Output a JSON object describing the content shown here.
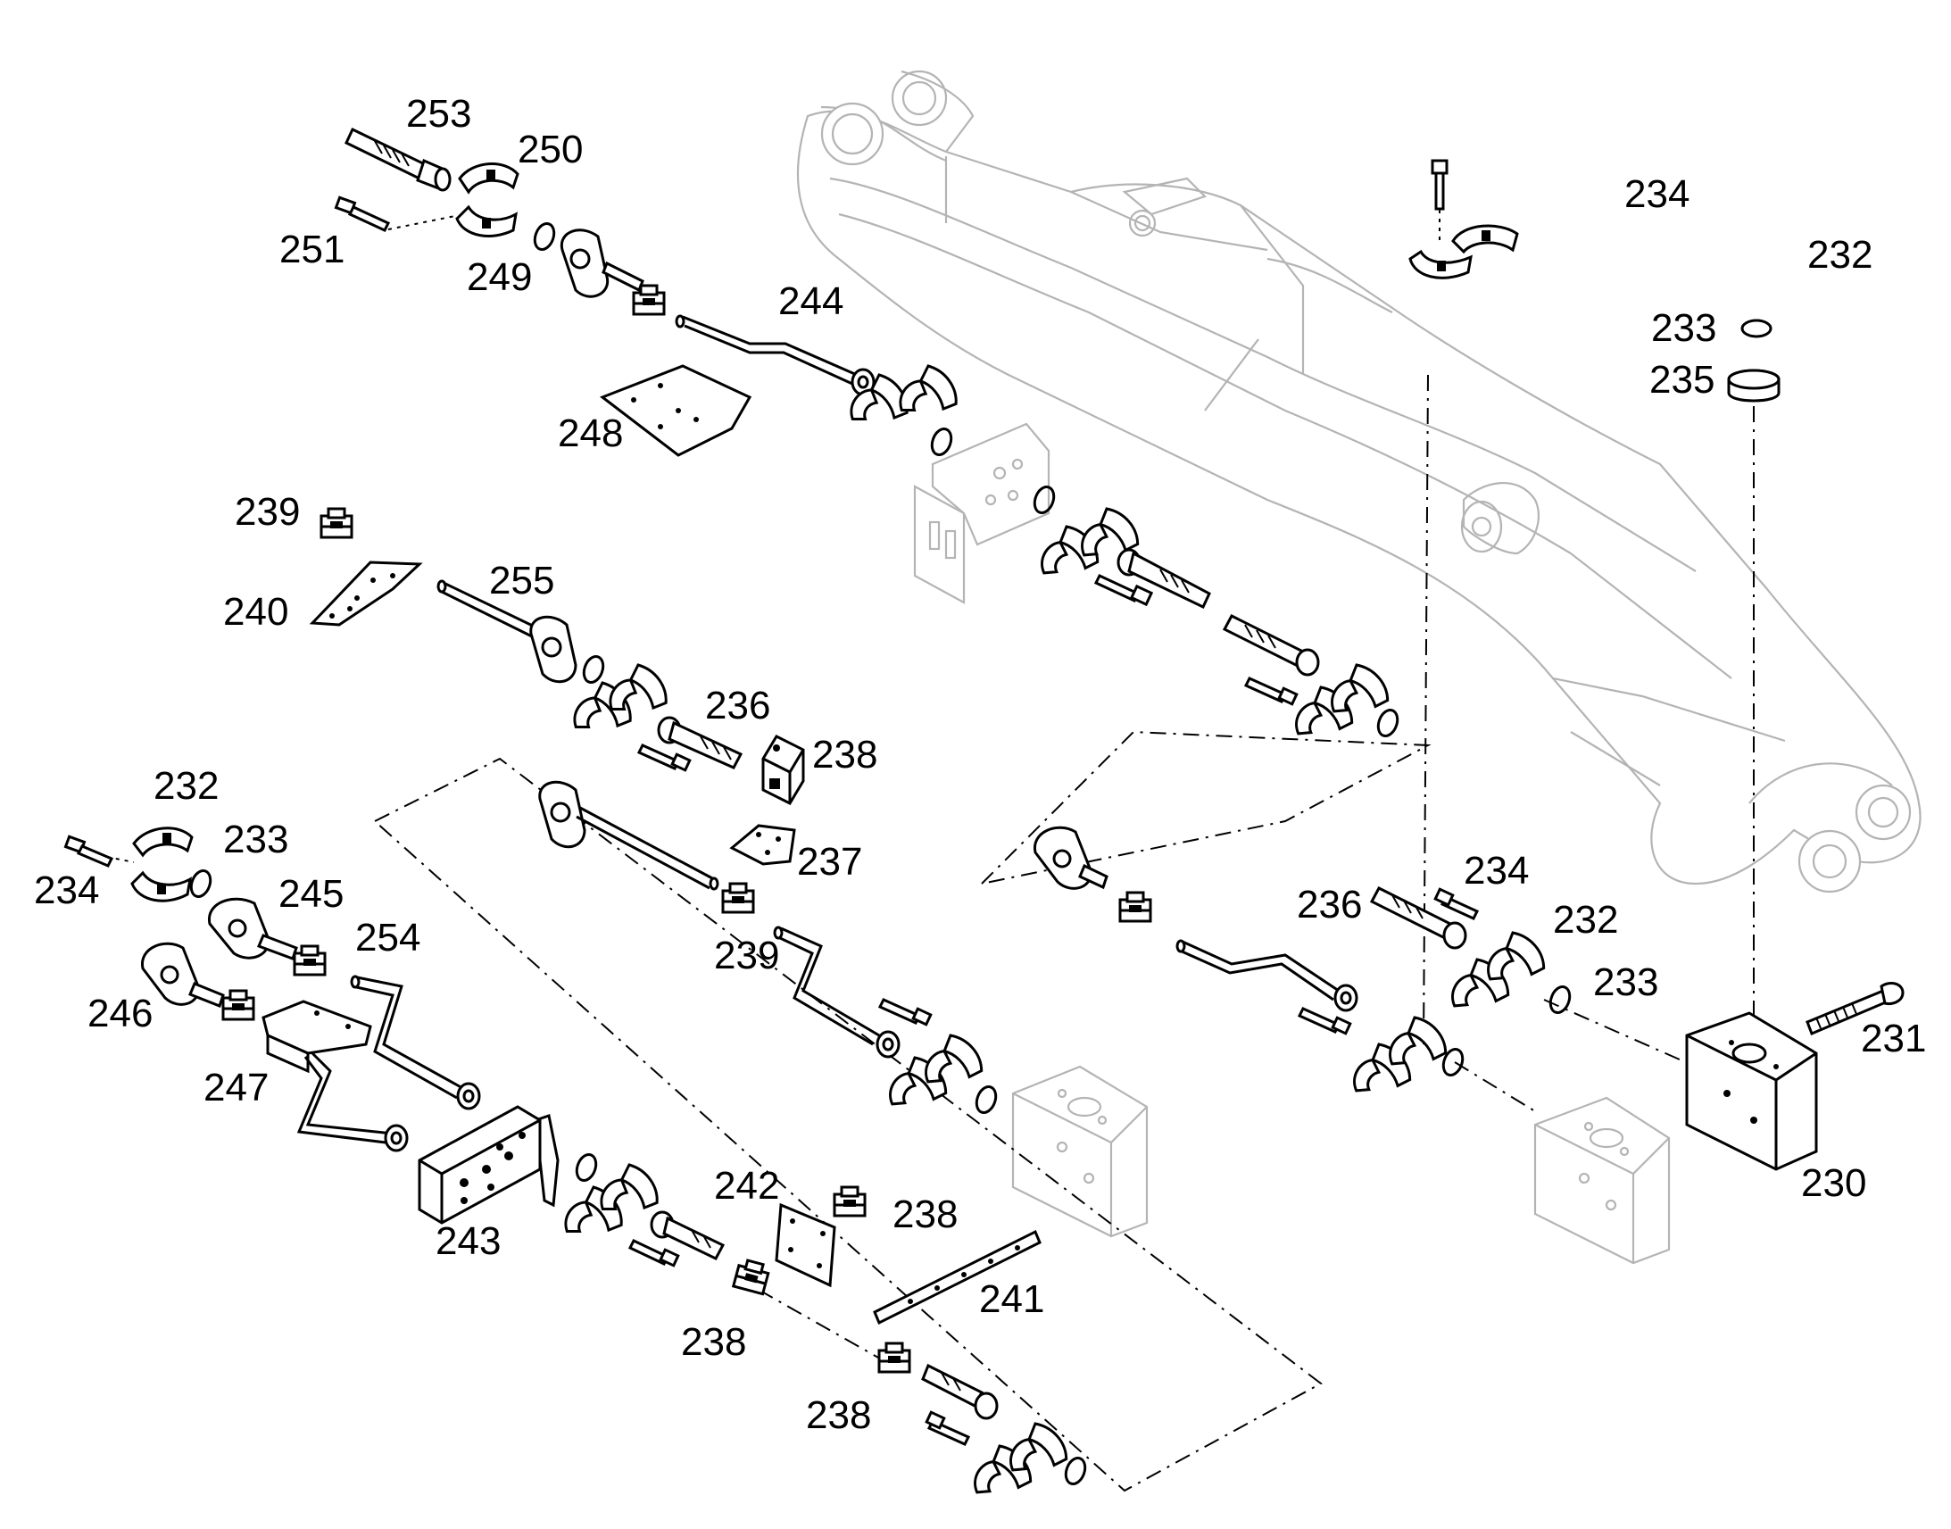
{
  "labels": [
    {
      "id": "l253",
      "text": "253"
    },
    {
      "id": "l250",
      "text": "250"
    },
    {
      "id": "l251",
      "text": "251"
    },
    {
      "id": "l249",
      "text": "249"
    },
    {
      "id": "l244",
      "text": "244"
    },
    {
      "id": "l248",
      "text": "248"
    },
    {
      "id": "l239a",
      "text": "239"
    },
    {
      "id": "l240",
      "text": "240"
    },
    {
      "id": "l255",
      "text": "255"
    },
    {
      "id": "l236a",
      "text": "236"
    },
    {
      "id": "l238a",
      "text": "238"
    },
    {
      "id": "l237",
      "text": "237"
    },
    {
      "id": "l232a",
      "text": "232"
    },
    {
      "id": "l233a",
      "text": "233"
    },
    {
      "id": "l234a",
      "text": "234"
    },
    {
      "id": "l245",
      "text": "245"
    },
    {
      "id": "l254",
      "text": "254"
    },
    {
      "id": "l246",
      "text": "246"
    },
    {
      "id": "l239b",
      "text": "239"
    },
    {
      "id": "l247",
      "text": "247"
    },
    {
      "id": "l243",
      "text": "243"
    },
    {
      "id": "l242",
      "text": "242"
    },
    {
      "id": "l238b",
      "text": "238"
    },
    {
      "id": "l241",
      "text": "241"
    },
    {
      "id": "l238c",
      "text": "238"
    },
    {
      "id": "l238d",
      "text": "238"
    },
    {
      "id": "l234b",
      "text": "234"
    },
    {
      "id": "l232b",
      "text": "232"
    },
    {
      "id": "l233b",
      "text": "233"
    },
    {
      "id": "l235",
      "text": "235"
    },
    {
      "id": "l236b",
      "text": "236"
    },
    {
      "id": "l234c",
      "text": "234"
    },
    {
      "id": "l232c",
      "text": "232"
    },
    {
      "id": "l233c",
      "text": "233"
    },
    {
      "id": "l231",
      "text": "231"
    },
    {
      "id": "l230",
      "text": "230"
    }
  ]
}
